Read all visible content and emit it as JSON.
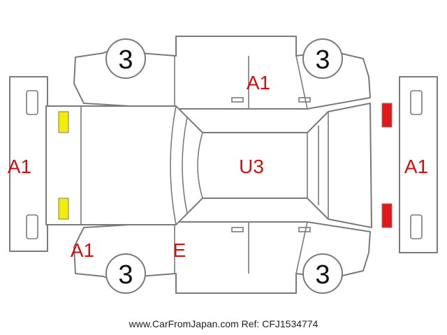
{
  "labels": {
    "wheel_front_left": "3",
    "wheel_front_right": "3",
    "wheel_rear_left": "3",
    "wheel_rear_right": "3",
    "roof": "U3",
    "side_panel_top": "A1",
    "front_bumper": "A1",
    "rear_bumper": "A1",
    "front_corner_lower": "A1",
    "side_lower": "E"
  },
  "colors": {
    "damage_code": "#cc1111",
    "front_lamp": "#f2ee00",
    "rear_lamp": "#e41818",
    "outline": "#7a7a7a"
  },
  "footer": "www.CarFromJapan.com Ref: CFJ1534774"
}
